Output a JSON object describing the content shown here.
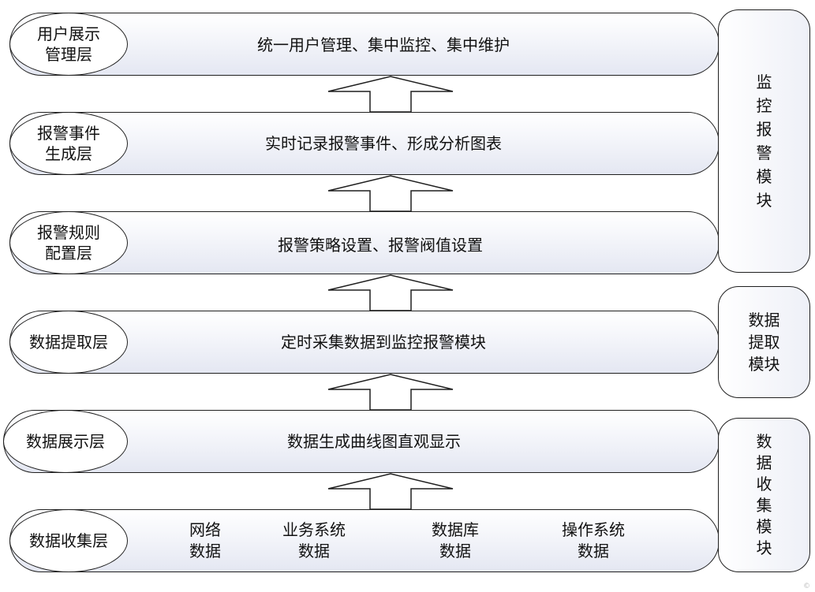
{
  "layers": [
    {
      "id": "user-display",
      "label": "用户展示\n管理层",
      "description": "统一用户管理、集中监控、集中维护"
    },
    {
      "id": "alarm-event",
      "label": "报警事件\n生成层",
      "description": "实时记录报警事件、形成分析图表"
    },
    {
      "id": "alarm-rule",
      "label": "报警规则\n配置层",
      "description": "报警策略设置、报警阀值设置"
    },
    {
      "id": "data-extract",
      "label": "数据提取层",
      "description": "定时采集数据到监控报警模块"
    },
    {
      "id": "data-display",
      "label": "数据展示层",
      "description": "数据生成曲线图直观显示"
    },
    {
      "id": "data-collect",
      "label": "数据收集层",
      "sources": [
        "网络\n数据",
        "业务系统\n数据",
        "数据库\n数据",
        "操作系统\n数据"
      ]
    }
  ],
  "modules": [
    {
      "id": "monitor-alarm",
      "label": "监\n控\n报\n警\n模\n块"
    },
    {
      "id": "data-extract-module",
      "label": "数据\n提取\n模块"
    },
    {
      "id": "data-collect-module",
      "label": "数\n据\n收\n集\n模\n块"
    }
  ],
  "connections": [
    {
      "from": "data-collect",
      "to": "data-display",
      "type": "upward-arrow"
    },
    {
      "from": "data-display",
      "to": "data-extract",
      "type": "upward-arrow"
    },
    {
      "from": "data-extract",
      "to": "alarm-rule",
      "type": "upward-arrow"
    },
    {
      "from": "alarm-rule",
      "to": "alarm-event",
      "type": "upward-arrow"
    },
    {
      "from": "alarm-event",
      "to": "user-display",
      "type": "upward-arrow"
    }
  ],
  "colors": {
    "stroke": "#1f1f1f",
    "fill_light": "#ffffff",
    "fill_shade": "#e4e7f2"
  }
}
